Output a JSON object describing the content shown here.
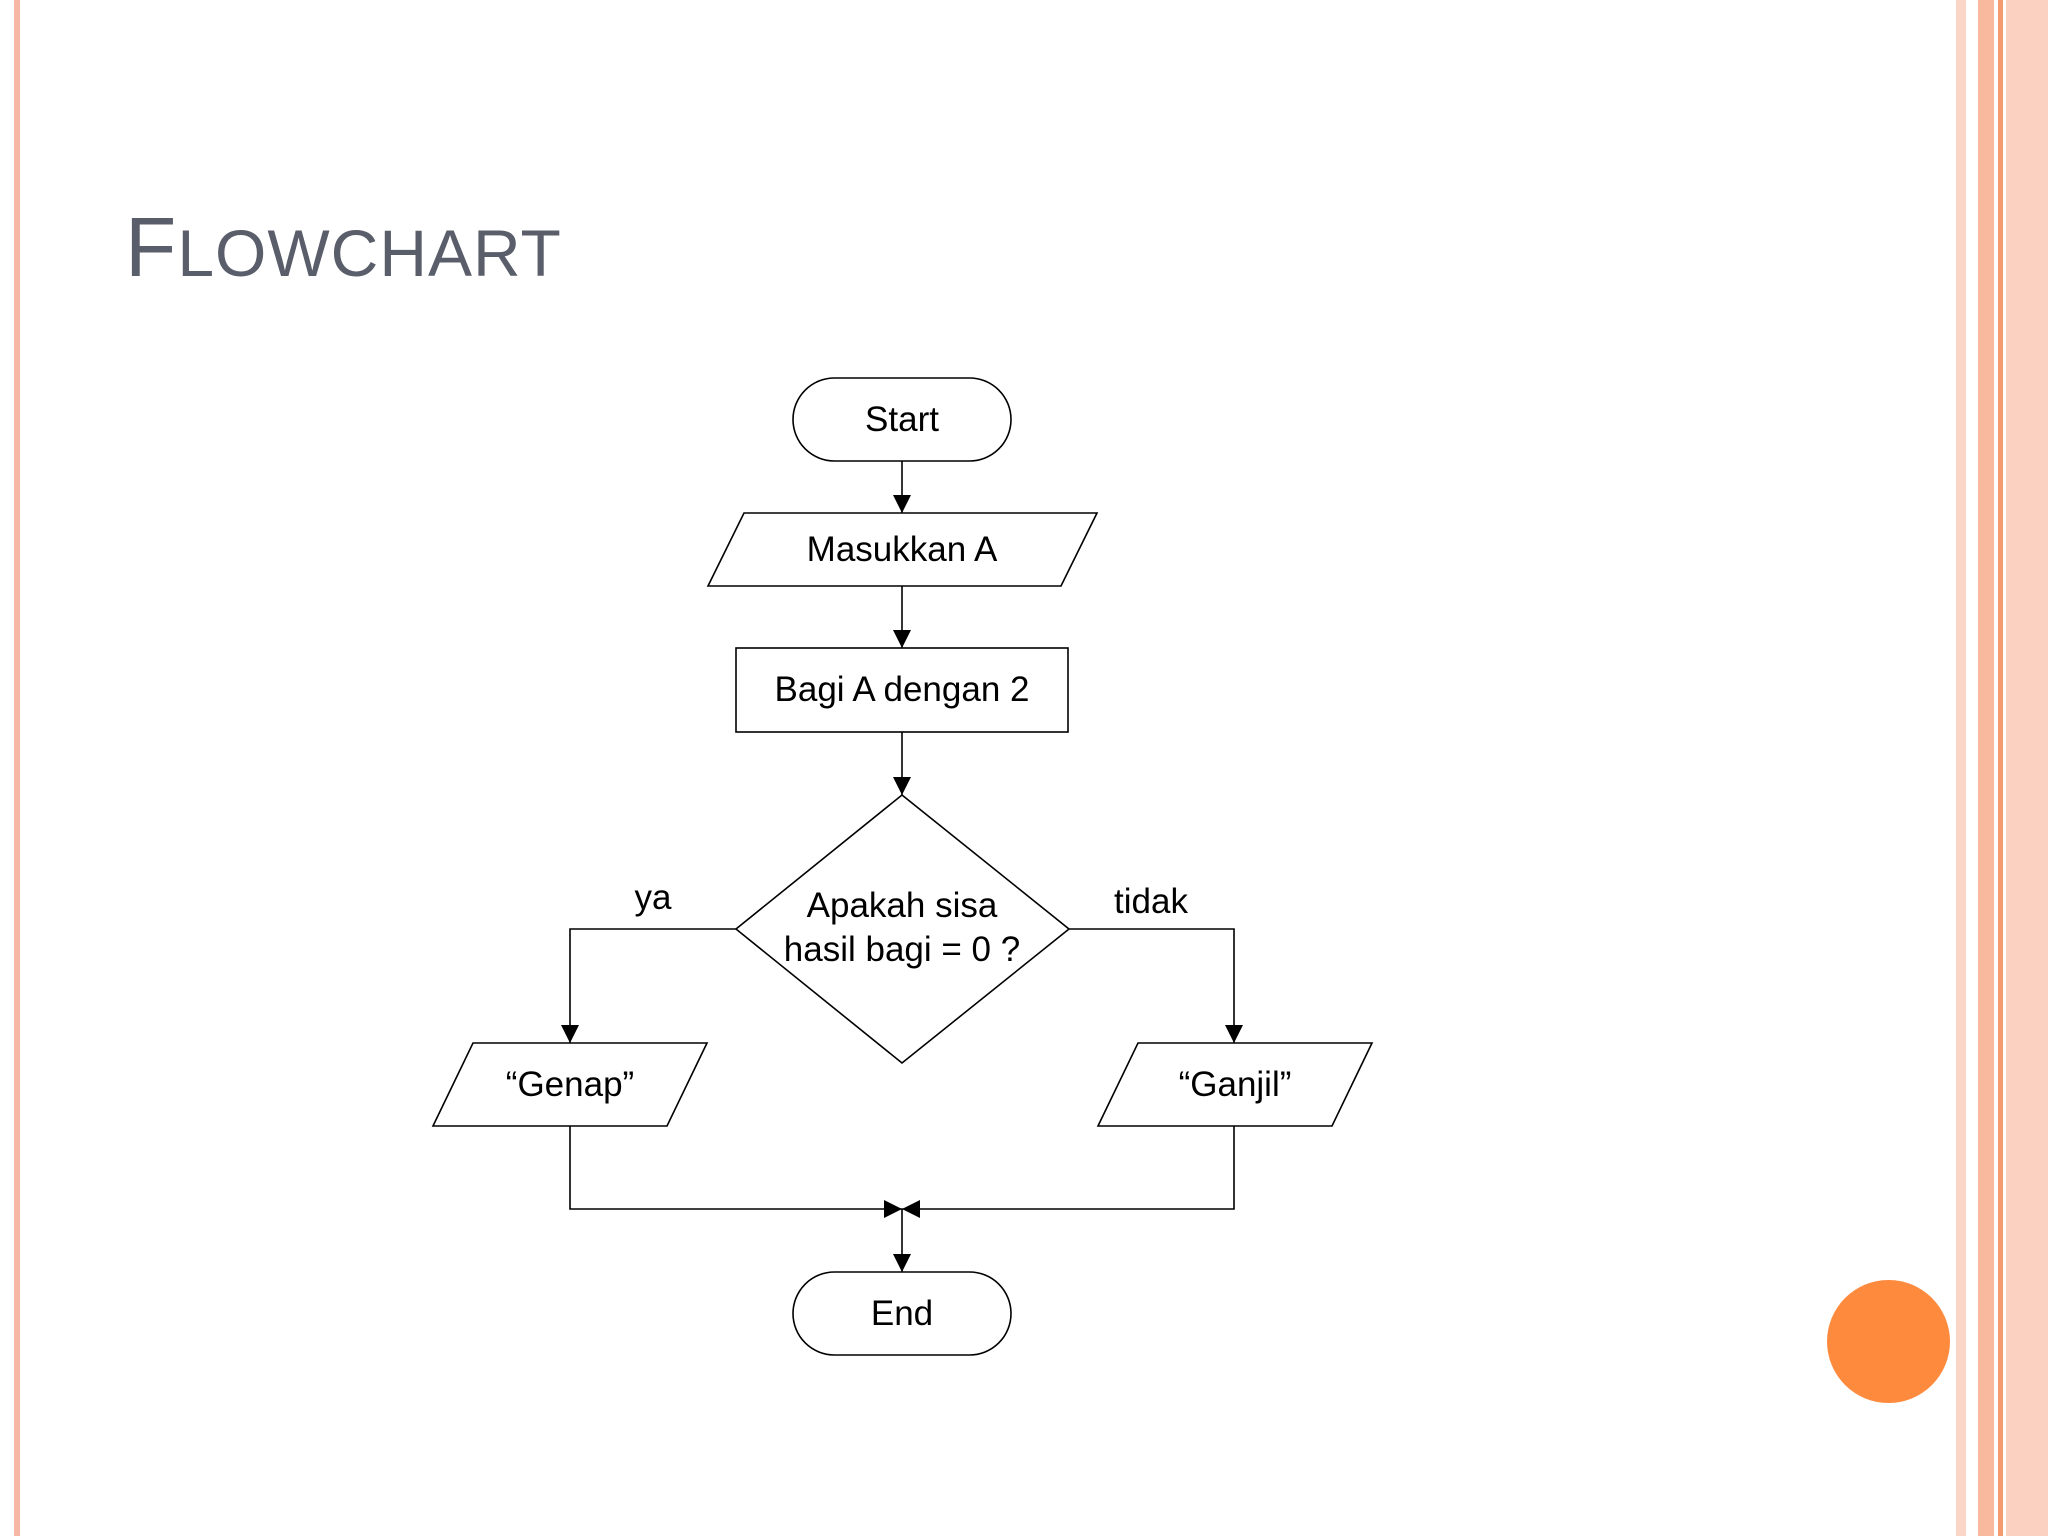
{
  "slide": {
    "title_first": "F",
    "title_rest": "LOWCHART"
  },
  "colors": {
    "title": "#5a5e6a",
    "left_border": "#f7b7a6",
    "right_stripes": [
      "#fbd6c8",
      "#f8b99e",
      "#f59b70"
    ],
    "accent_dot": "#fe8a3e",
    "stroke": "#000000"
  },
  "flowchart": {
    "start": "Start",
    "input": "Masukkan A",
    "process": "Bagi A dengan 2",
    "decision_line1": "Apakah sisa",
    "decision_line2": "hasil bagi = 0 ?",
    "yes_label": "ya",
    "no_label": "tidak",
    "yes_output": "“Genap”",
    "no_output": "“Ganjil”",
    "end": "End"
  }
}
